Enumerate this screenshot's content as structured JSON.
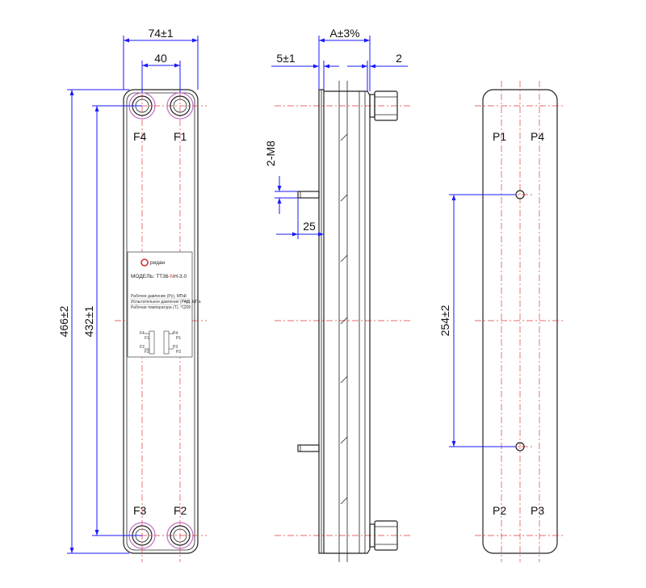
{
  "front_view": {
    "dim_width": "74±1",
    "dim_port_spacing": "40",
    "dim_height": "466±2",
    "dim_port_vertical": "432±1",
    "ports": {
      "top_left": "F4",
      "top_right": "F1",
      "bottom_left": "F3",
      "bottom_right": "F2"
    },
    "nameplate": {
      "brand": "ридан",
      "model_prefix": "МОДЕЛЬ: ТТ36-",
      "model_mid": "N",
      "model_suffix": "Н-3.0",
      "rows": [
        {
          "label": "Рабочее давление (Ру), МПа",
          "value": "3"
        },
        {
          "label": "Испытательное давление (Рпр), МПа",
          "value": "4,5"
        },
        {
          "label": "Рабочая температура (Т), °С",
          "value": "200"
        }
      ],
      "scheme": [
        "F4",
        "F1",
        "P4",
        "P1",
        "F3",
        "F2",
        "P3",
        "P2"
      ]
    }
  },
  "side_view": {
    "dim_thickness": "A±3%",
    "dim_front_plate": "5±1",
    "dim_back": "2",
    "dim_stud": "2-M8",
    "dim_stud_length": "25"
  },
  "rear_view": {
    "ports": {
      "top_left": "P1",
      "top_right": "P4",
      "bottom_left": "P2",
      "bottom_right": "P3"
    },
    "dim_mount_holes": "254±2"
  },
  "colors": {
    "outline": "#222222",
    "dimension": "#1a1aff",
    "centerline": "#e03a3a"
  }
}
